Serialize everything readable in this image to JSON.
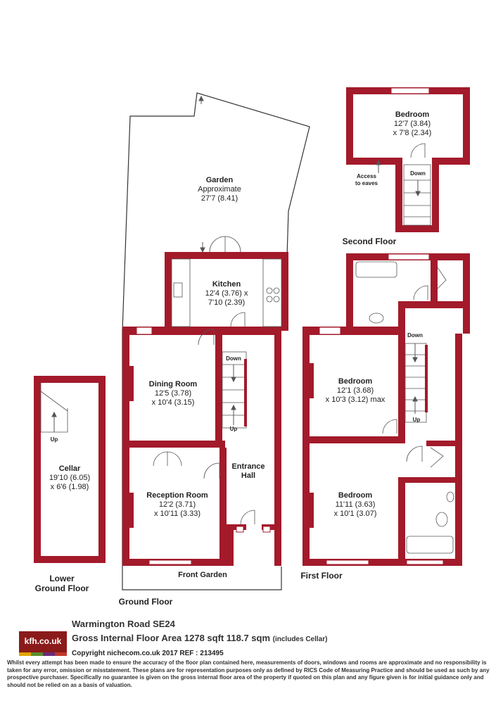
{
  "address": "Warmington Road  SE24",
  "area_label": "Gross Internal Floor Area 1278 sqft 118.7 sqm",
  "area_note": "(includes Cellar)",
  "copyright": "Copyright nichecom.co.uk 2017 REF : 213495",
  "disclaimer": "Whilst every attempt has been made to ensure the accuracy of the floor plan contained here, measurements of doors, windows and rooms are approximate and no responsibility is taken for any error, omission or misstatement.  These plans are for representation purposes only as defined by RICS Code of Measuring Practice and should be used as such by any prospective purchaser.  Specifically no guarantee is given on the gross internal floor area of the property if quoted on this plan and any figure given is for initial guidance only and should not be relied on as a basis of valuation.",
  "logo_text": "kfh.co.uk",
  "colors": {
    "wall": "#a31a2b",
    "text": "#222222",
    "logo": "#8b1b1b"
  },
  "floors": {
    "lower_ground": "Lower\nGround Floor",
    "ground": "Ground Floor",
    "first": "First Floor",
    "second": "Second Floor"
  },
  "rooms": {
    "garden": {
      "name": "Garden",
      "l2": "Approximate",
      "l3": "27'7 (8.41)"
    },
    "kitchen": {
      "name": "Kitchen",
      "l2": "12'4 (3.76) x",
      "l3": "7'10 (2.39)"
    },
    "dining": {
      "name": "Dining Room",
      "l2": "12'5 (3.78)",
      "l3": "x 10'4 (3.15)"
    },
    "reception": {
      "name": "Reception Room",
      "l2": "12'2 (3.71)",
      "l3": "x 10'11 (3.33)"
    },
    "entrance": {
      "name": "Entrance",
      "l2": "Hall"
    },
    "front_garden": {
      "name": "Front Garden"
    },
    "cellar": {
      "name": "Cellar",
      "l2": "19'10 (6.05)",
      "l3": "x 6'6 (1.98)"
    },
    "bed1": {
      "name": "Bedroom",
      "l2": "12'1 (3.68)",
      "l3": "x 10'3 (3.12) max"
    },
    "bed2": {
      "name": "Bedroom",
      "l2": "11'11 (3.63)",
      "l3": "x 10'1 (3.07)"
    },
    "bed3": {
      "name": "Bedroom",
      "l2": "12'7 (3.84)",
      "l3": "x 7'8 (2.34)"
    }
  },
  "stair_labels": {
    "up": "Up",
    "down": "Down",
    "eaves": "Access\nto eaves"
  }
}
